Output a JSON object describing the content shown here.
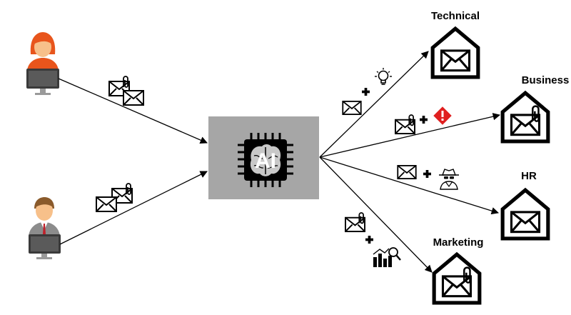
{
  "processor": {
    "label": "AI",
    "box_color": "#a6a6a6"
  },
  "departments": [
    {
      "id": "technical",
      "label": "Technical"
    },
    {
      "id": "business",
      "label": "Business"
    },
    {
      "id": "hr",
      "label": "HR"
    },
    {
      "id": "marketing",
      "label": "Marketing"
    }
  ],
  "senders": [
    {
      "id": "sender-woman",
      "icon": "woman-at-computer-icon"
    },
    {
      "id": "sender-man",
      "icon": "man-at-computer-icon"
    }
  ],
  "routing_hints": [
    {
      "department": "technical",
      "icon": "lightbulb-icon"
    },
    {
      "department": "business",
      "icon": "warning-diamond-icon"
    },
    {
      "department": "hr",
      "icon": "spy-icon"
    },
    {
      "department": "marketing",
      "icon": "chart-magnifier-icon"
    }
  ],
  "colors": {
    "skin": "#f7c08a",
    "hair_woman": "#e8551c",
    "hair_man": "#8a5a2b",
    "monitor": "#3a3a3a",
    "warning": "#e02020"
  }
}
